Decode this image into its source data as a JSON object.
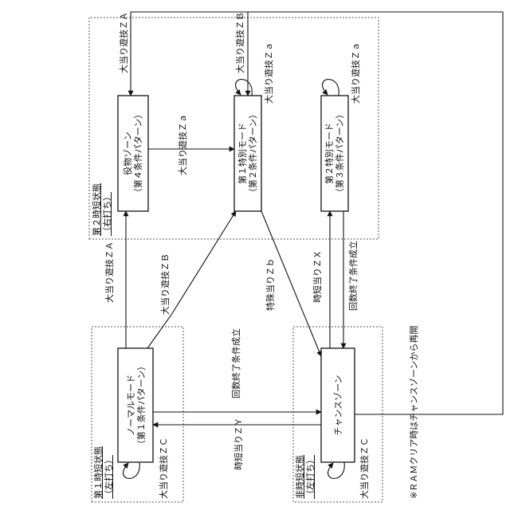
{
  "modes": {
    "normal": {
      "line1": "ノーマルモード",
      "line2": "（第１条件パターン）"
    },
    "chance": {
      "line1": "チャンスゾーン"
    },
    "oiuchi": {
      "line1": "役物ゾーン",
      "line2": "（第４条件パターン）"
    },
    "special1": {
      "line1": "第１特別モード",
      "line2": "（第２条件パターン）"
    },
    "special2": {
      "line1": "第２特別モード",
      "line2": "（第３条件パターン）"
    }
  },
  "states": {
    "first": {
      "name": "第１時短状態",
      "sub": "（左打ち）"
    },
    "second": {
      "name": "第２時短状態",
      "sub": "（右打ち）"
    },
    "nonjitan": {
      "name": "非時短状態",
      "sub": "（左打ち）"
    }
  },
  "transitions": {
    "za_top": "大当り遊技ＺＡ",
    "zb_top": "大当り遊技ＺＢ",
    "za_special1": "大当り遊技Ｚａ",
    "za_special2": "大当り遊技Ｚａ",
    "za_oiuchi": "大当り遊技Ｚａ",
    "za_mid": "大当り遊技ＺＡ",
    "zb_mid": "大当り遊技ＺＢ",
    "zb_tokushu": "特殊当りＺｂ",
    "zx_jitan": "時短当りＺＸ",
    "count_end_right": "回数終了条件成立",
    "count_end_bottom": "回数終了条件成立",
    "zy_jitan": "時短当りＺＹ",
    "zc_normal": "大当り遊技ＺＣ",
    "zc_chance": "大当り遊技ＺＣ"
  },
  "footnote": "※ＲＡＭクリア時はチャンスゾーンから再開"
}
